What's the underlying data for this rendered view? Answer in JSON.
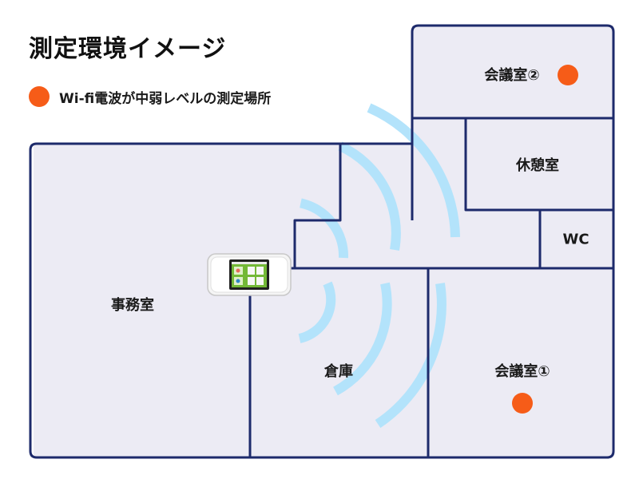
{
  "title": "測定環境イメージ",
  "legend": {
    "text": "Wi-fi電波が中弱レベルの測定場所",
    "marker_color": "#f65c18"
  },
  "colors": {
    "room_fill": "#ecebf4",
    "wall": "#1d2a6b",
    "wave": "#b3e3fb",
    "marker": "#f65c18"
  },
  "rooms": {
    "office": "事務室",
    "storage": "倉庫",
    "meeting1": "会議室①",
    "meeting2": "会議室②",
    "lounge": "休憩室",
    "wc": "WC"
  },
  "router": {
    "icon": "pocket-wifi-router-icon"
  },
  "measurement_points": [
    {
      "room": "会議室②"
    },
    {
      "room": "会議室①"
    }
  ]
}
